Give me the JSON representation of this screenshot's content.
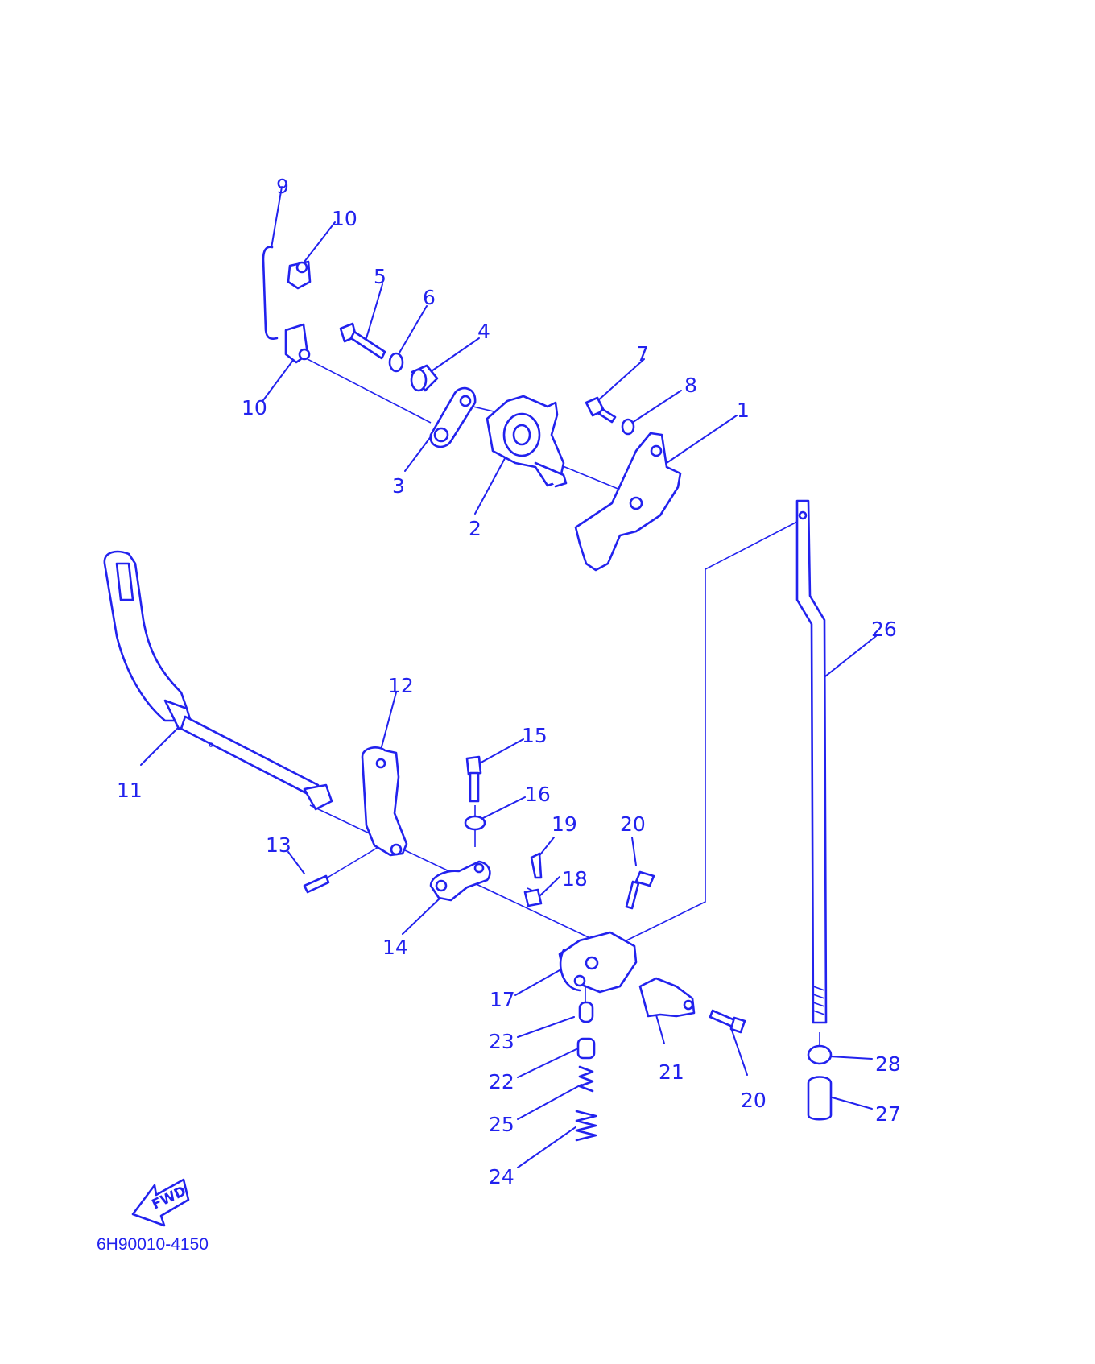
{
  "drawing_code": "6H90010-4150",
  "fwd_label": "FWD",
  "callouts": [
    "1",
    "2",
    "3",
    "4",
    "5",
    "6",
    "7",
    "8",
    "9",
    "10",
    "10",
    "11",
    "12",
    "13",
    "14",
    "15",
    "16",
    "17",
    "18",
    "19",
    "20",
    "20",
    "21",
    "22",
    "23",
    "24",
    "25",
    "26",
    "27",
    "28"
  ],
  "colors": {
    "line": "#2222ee",
    "background": "#ffffff"
  }
}
